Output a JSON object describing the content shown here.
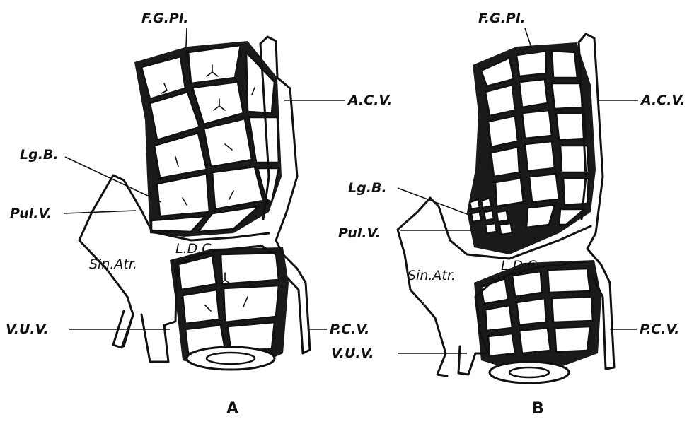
{
  "figures": [
    {
      "panel_label": "A",
      "labels": {
        "fgpl": "F.G.Pl.",
        "acv": "A.C.V.",
        "lgb": "Lg.B.",
        "pulv": "Pul.V.",
        "sinatr": "Sin.Atr.",
        "ldc": "L.D.C.",
        "vuv": "V.U.V.",
        "pcv": "P.C.V."
      }
    },
    {
      "panel_label": "B",
      "labels": {
        "fgpl": "F.G.Pl.",
        "acv": "A.C.V.",
        "lgb": "Lg.B.",
        "pulv": "Pul.V.",
        "sinatr": "Sin.Atr.",
        "ldc": "L.D.C.",
        "pcv": "P.C.V.",
        "vuv": "V.U.V."
      }
    }
  ]
}
